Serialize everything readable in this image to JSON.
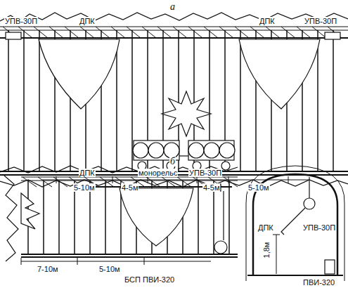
{
  "diagram": {
    "labels": [
      "а",
      "УПВ-30П",
      "ДПК",
      "ДПК",
      "УПВ-30П",
      "5-10м",
      "4-5м",
      "4-5м",
      "5-10м",
      "б",
      "ДПК",
      "монорельс",
      "УПВ-30П",
      "7-10м",
      "5-10м",
      "БСП ПВИ-320",
      "ДПК",
      "УПВ-30П",
      "1,8м",
      "ПВИ-320"
    ]
  }
}
